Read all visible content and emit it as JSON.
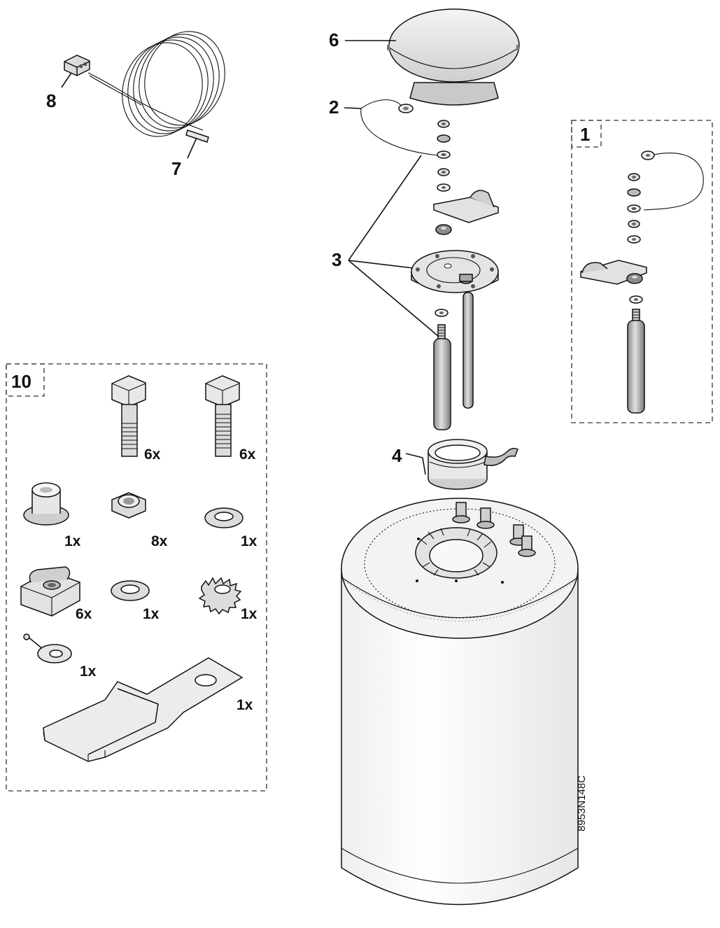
{
  "callouts": {
    "c1": "1",
    "c2": "2",
    "c3": "3",
    "c4": "4",
    "c6": "6",
    "c7": "7",
    "c8": "8",
    "c10": "10"
  },
  "kit10": {
    "bolt_a_qty": "6x",
    "bolt_b_qty": "6x",
    "bushing_qty": "1x",
    "nut_qty": "8x",
    "washer_a_qty": "1x",
    "cage_nut_qty": "6x",
    "washer_b_qty": "1x",
    "lock_washer_qty": "1x",
    "ring_terminal_qty": "1x",
    "strap_qty": "1x"
  },
  "drawing_code": "8953N148C",
  "colors": {
    "line": "#111111",
    "fill": "#ffffff",
    "shade": "#d9d9d9",
    "dark": "#9a9a9a"
  }
}
